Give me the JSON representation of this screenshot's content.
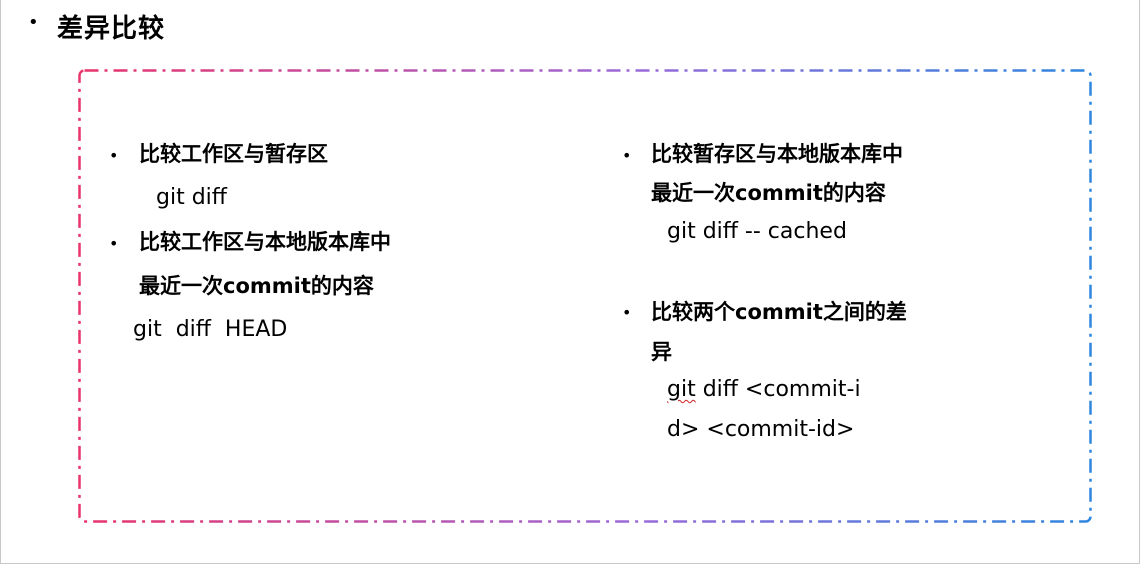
{
  "title": "差异比较",
  "left": {
    "item1": {
      "heading": "比较工作区与暂存区",
      "command": "git diff"
    },
    "item2": {
      "heading_line1": "比较工作区与本地版本库中",
      "heading_line2": "最近一次commit的内容",
      "command": "git  diff  HEAD"
    }
  },
  "right": {
    "item1": {
      "heading_line1": "比较暂存区与本地版本库中",
      "heading_line2": "最近一次commit的内容",
      "command": "git diff -- cached"
    },
    "item2": {
      "heading_line1": "比较两个commit之间的差",
      "heading_line2": "异",
      "command_part1_word": "git",
      "command_part1_rest": " diff <commit-i",
      "command_line2": "d> <commit-id>"
    }
  },
  "bullet_char": "•",
  "colors": {
    "frame_start": "#e8336b",
    "frame_mid": "#9a6ad8",
    "frame_end": "#2e86de",
    "spell_underline": "#d02020"
  }
}
